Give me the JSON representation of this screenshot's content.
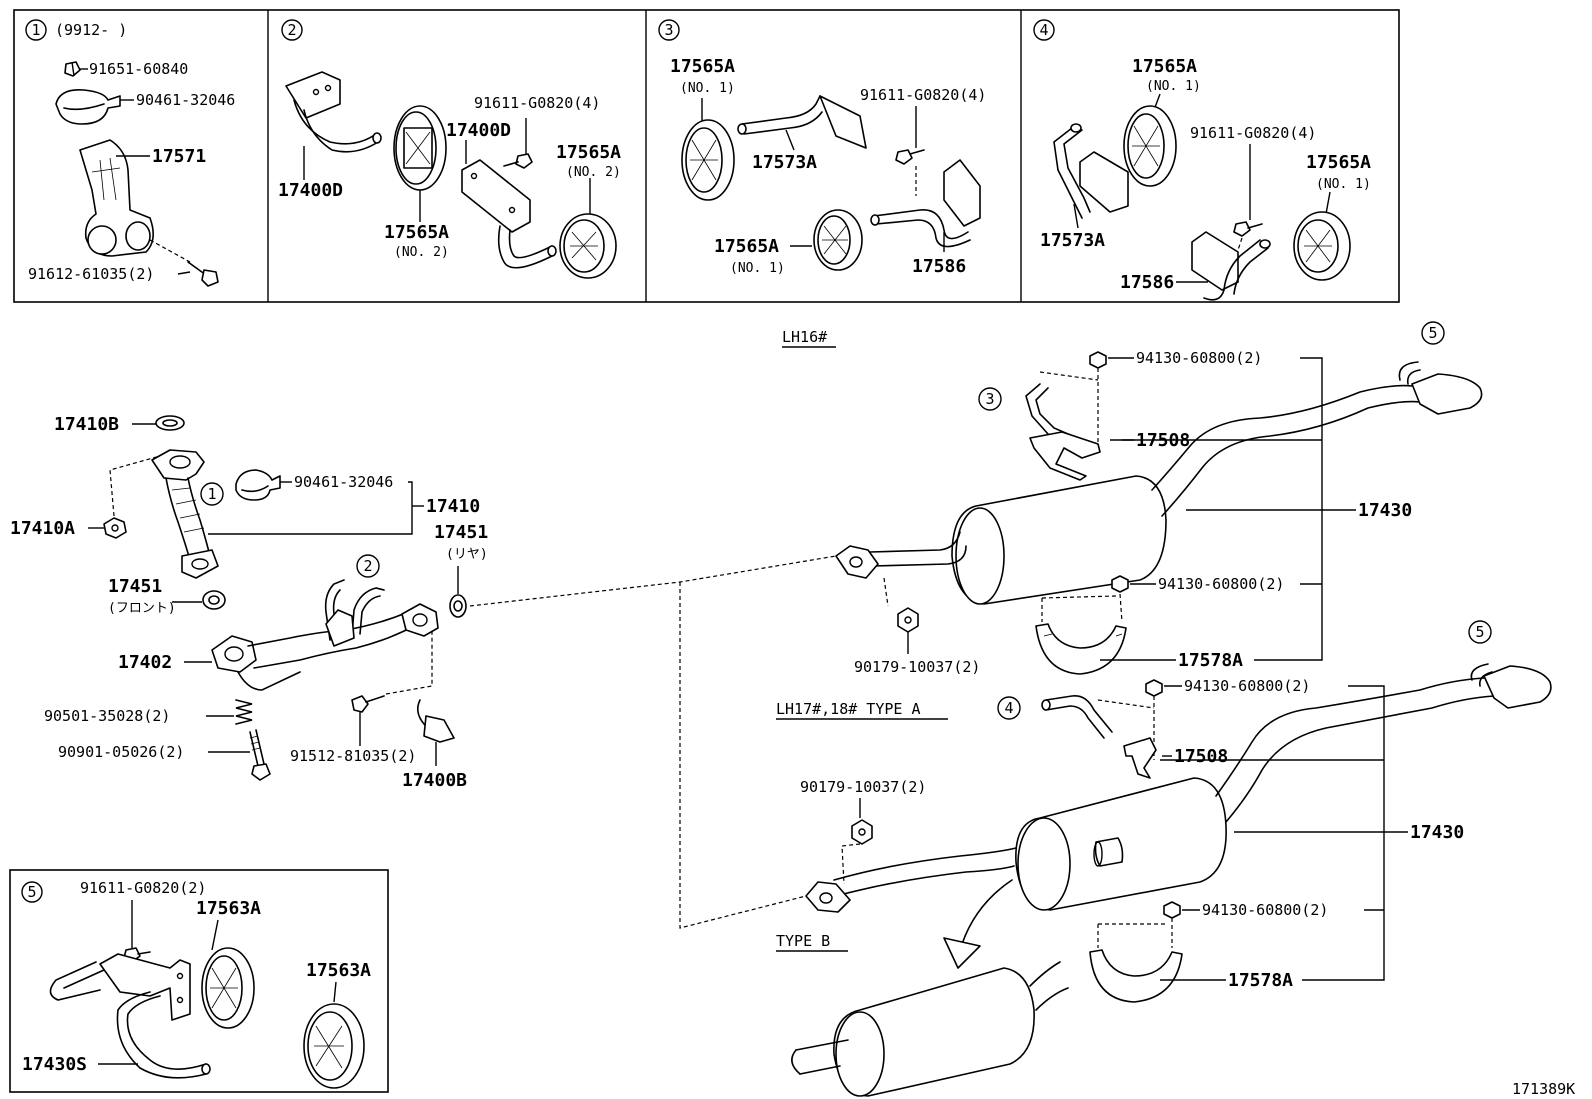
{
  "diagram": {
    "catalog_no": "171389K",
    "views": {
      "lh16": "LH16#",
      "lh17_18": "LH17#,18#  TYPE A",
      "type_b": "TYPE B"
    },
    "circled": {
      "c1": "1",
      "c2": "2",
      "c3": "3",
      "c4": "4",
      "c5": "5"
    },
    "inset1": {
      "date": "(9912-     )",
      "p_91651": "91651-60840",
      "p_90461": "90461-32046",
      "p_17571": "17571",
      "p_91612": "91612-61035(2)"
    },
    "inset2": {
      "p_17400d_a": "17400D",
      "p_17400d_b": "17400D",
      "p_91611": "91611-G0820(4)",
      "p_17565a_a": "17565A",
      "p_17565a_a_no": "(NO. 2)",
      "p_17565a_b": "17565A",
      "p_17565a_b_no": "(NO. 2)"
    },
    "inset3": {
      "p_17565a_a": "17565A",
      "p_17565a_a_no": "(NO. 1)",
      "p_17573a": "17573A",
      "p_91611": "91611-G0820(4)",
      "p_17565a_b": "17565A",
      "p_17565a_b_no": "(NO. 1)",
      "p_17586": "17586"
    },
    "inset4": {
      "p_17565a_a": "17565A",
      "p_17565a_a_no": "(NO. 1)",
      "p_91611": "91611-G0820(4)",
      "p_17565a_b": "17565A",
      "p_17565a_b_no": "(NO. 1)",
      "p_17573a": "17573A",
      "p_17586": "17586"
    },
    "inset5": {
      "p_91611": "91611-G0820(2)",
      "p_17563a_a": "17563A",
      "p_17563a_b": "17563A",
      "p_17430s": "17430S"
    },
    "front": {
      "p_17410b": "17410B",
      "p_17410a": "17410A",
      "p_90461": "90461-32046",
      "p_17410": "17410",
      "p_17451_r": "17451",
      "p_17451_r_note": "(リヤ)",
      "p_17451_f": "17451",
      "p_17451_f_note": "(フロント)",
      "p_17402": "17402",
      "p_90501": "90501-35028(2)",
      "p_90901": "90901-05026(2)",
      "p_91512": "91512-81035(2)",
      "p_17400b": "17400B"
    },
    "rear_upper": {
      "p_94130_a": "94130-60800(2)",
      "p_17508": "17508",
      "p_17430": "17430",
      "p_94130_b": "94130-60800(2)",
      "p_17578a": "17578A",
      "p_90179": "90179-10037(2)"
    },
    "rear_lower": {
      "p_94130_a": "94130-60800(2)",
      "p_17508": "17508",
      "p_17430": "17430",
      "p_90179": "90179-10037(2)",
      "p_94130_b": "94130-60800(2)",
      "p_17578a": "17578A"
    }
  }
}
